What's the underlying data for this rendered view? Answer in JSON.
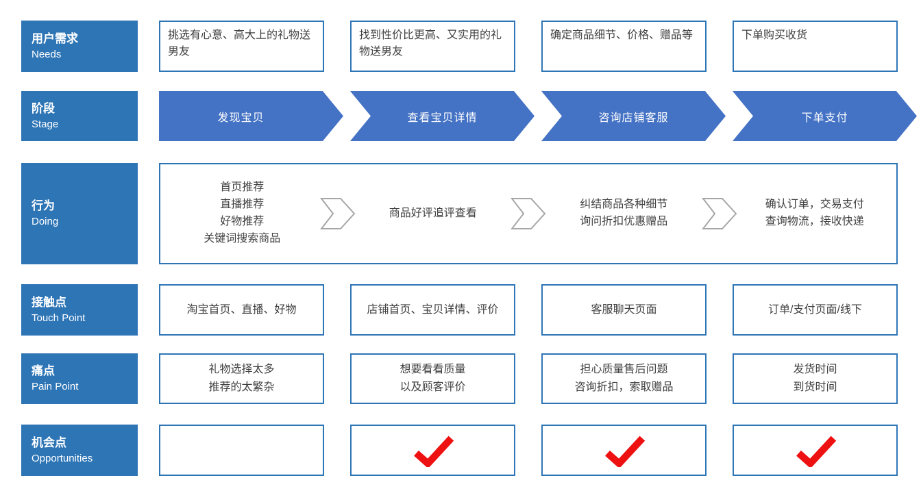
{
  "colors": {
    "label_blue": "#2E75B6",
    "arrow_blue": "#4472C4",
    "border_blue": "#2E75B6",
    "text_dark": "#3F3F3F",
    "check_red": "#EE1111",
    "hollow_gray": "#A6A6A6"
  },
  "labels": {
    "needs": {
      "zh": "用户需求",
      "en": "Needs"
    },
    "stage": {
      "zh": "阶段",
      "en": "Stage"
    },
    "doing": {
      "zh": "行为",
      "en": "Doing"
    },
    "touch": {
      "zh": "接触点",
      "en": "Touch Point"
    },
    "pain": {
      "zh": "痛点",
      "en": "Pain Point"
    },
    "opportunities": {
      "zh": "机会点",
      "en": "Opportunities"
    }
  },
  "needs": {
    "cells": [
      "挑选有心意、高大上的礼物送男友",
      "找到性价比更高、又实用的礼物送男友",
      "确定商品细节、价格、赠品等",
      "下单购买收货"
    ]
  },
  "stage": {
    "steps": [
      "发现宝贝",
      "查看宝贝详情",
      "咨询店铺客服",
      "下单支付"
    ]
  },
  "doing": {
    "cells": [
      "首页推荐\n直播推荐\n好物推荐\n关键词搜索商品",
      "商品好评追评查看",
      "纠结商品各种细节\n询问折扣优惠赠品",
      "确认订单，交易支付\n查询物流，接收快递"
    ]
  },
  "touch_point": {
    "cells": [
      "淘宝首页、直播、好物",
      "店铺首页、宝贝详情、评价",
      "客服聊天页面",
      "订单/支付页面/线下"
    ]
  },
  "pain_point": {
    "cells": [
      "礼物选择太多\n推荐的太繁杂",
      "想要看看质量\n以及顾客评价",
      "担心质量售后问题\n咨询折扣，索取赠品",
      "发货时间\n到货时间"
    ]
  },
  "opportunities": {
    "checked": [
      false,
      true,
      true,
      true
    ]
  }
}
